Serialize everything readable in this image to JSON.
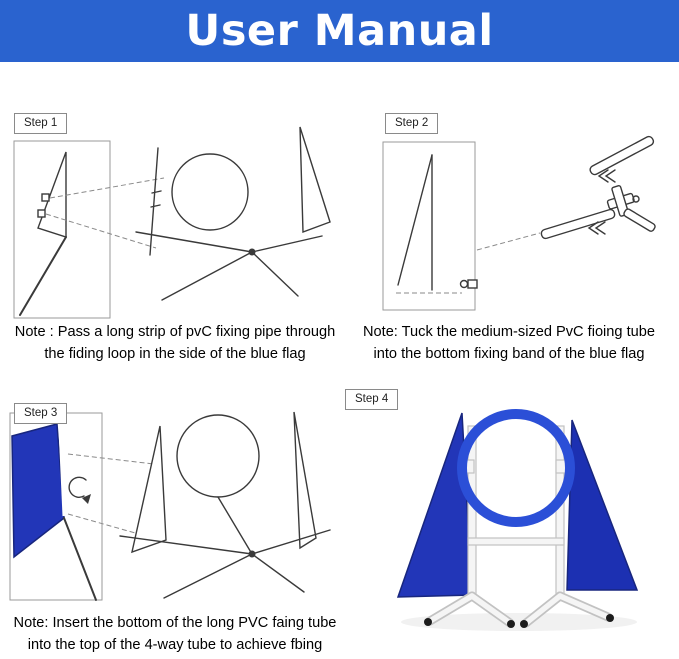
{
  "header": {
    "title": "User Manual"
  },
  "steps": [
    {
      "label": "Step 1",
      "note": [
        "Note : Pass a long strip of pvC fixing pipe through",
        "the fiding loop in the side of the blue flag"
      ]
    },
    {
      "label": "Step 2",
      "note": [
        "Note: Tuck the medium-sized PvC fioing tube",
        "into the bottom fixing band of the blue flag"
      ]
    },
    {
      "label": "Step 3",
      "note": [
        "Note: Insert the bottom of the long PVC faing tube",
        "into the top of the 4-way tube to achieve fbing"
      ]
    },
    {
      "label": "Step 4",
      "note": []
    }
  ],
  "colors": {
    "header_bg": "#2a63cf",
    "flag_blue": "#2236b8",
    "flag_blue_dark": "#1c30b2",
    "flag_dark": "#18267e",
    "hoop_blue": "#2b4fd7",
    "line": "#3a3a3a"
  }
}
